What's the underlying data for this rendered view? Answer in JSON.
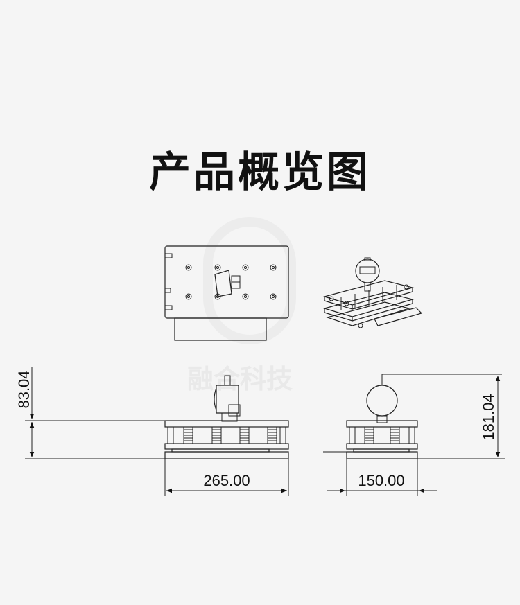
{
  "title": "产品概览图",
  "dimensions": {
    "width_front": "265.00",
    "width_side": "150.00",
    "height_front": "83.04",
    "height_side": "181.04"
  },
  "watermark": "融合科技",
  "colors": {
    "background": "#f5f5f5",
    "text": "#111111",
    "line": "#222222"
  }
}
